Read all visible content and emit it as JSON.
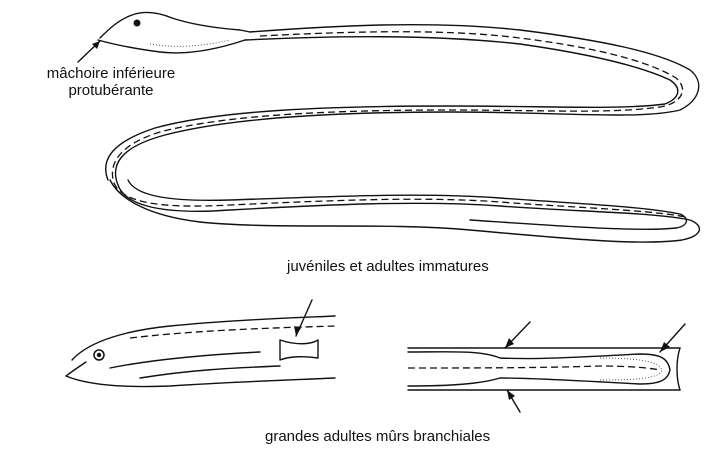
{
  "labels": {
    "jaw": "mâchoire inférieure\nprotubérante",
    "juveniles": "juvéniles et adultes immatures",
    "adults": "grandes adultes mûrs branchiales"
  },
  "colors": {
    "ink": "#111111",
    "background": "#ffffff"
  }
}
